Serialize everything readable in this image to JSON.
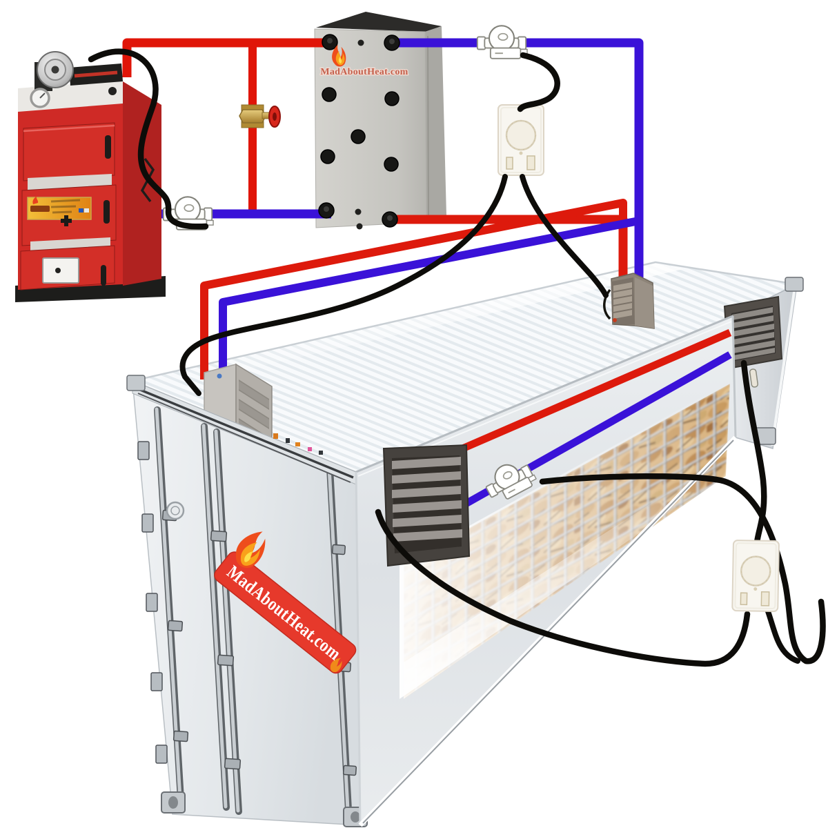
{
  "logos": {
    "tank_logo": "MadAboutHeat.com",
    "container_banner": "MadAboutHeat.com"
  },
  "colors": {
    "flow_pipe_red": "#e01508",
    "return_pipe_blue": "#3a12d8",
    "cable_black": "#0d0c09",
    "boiler_red": "#d32f28",
    "buffer_tank_grey": "#c9c8c3",
    "container_white": "#f2f4f6",
    "banner_red": "#e6392b",
    "valve_wheel_red": "#d8271c",
    "valve_brass": "#c79c3f",
    "firewood_tan": "#d8b17c",
    "vent_grey": "#46423e"
  },
  "components": {
    "boiler": "solid-fuel boiler",
    "flue_fan": "flue fan",
    "gauge": "temperature gauge",
    "buffer_tank": "buffer heat store",
    "valve": "red handwheel valve",
    "pump_boiler": "boiler return pump",
    "pump_distribution": "distribution pump",
    "pump_container": "container circuit pump",
    "thermostat_upper": "dial thermostat",
    "thermostat_lower": "dial thermostat",
    "heater_door_end": "fan heater on roof (door end)",
    "heater_roof": "fan heater on roof (far end)",
    "vent_side": "side louvre vent",
    "vent_end": "end louvre vent",
    "container": "insulated shipping container",
    "firewood": "stacked firewood behind mesh"
  }
}
